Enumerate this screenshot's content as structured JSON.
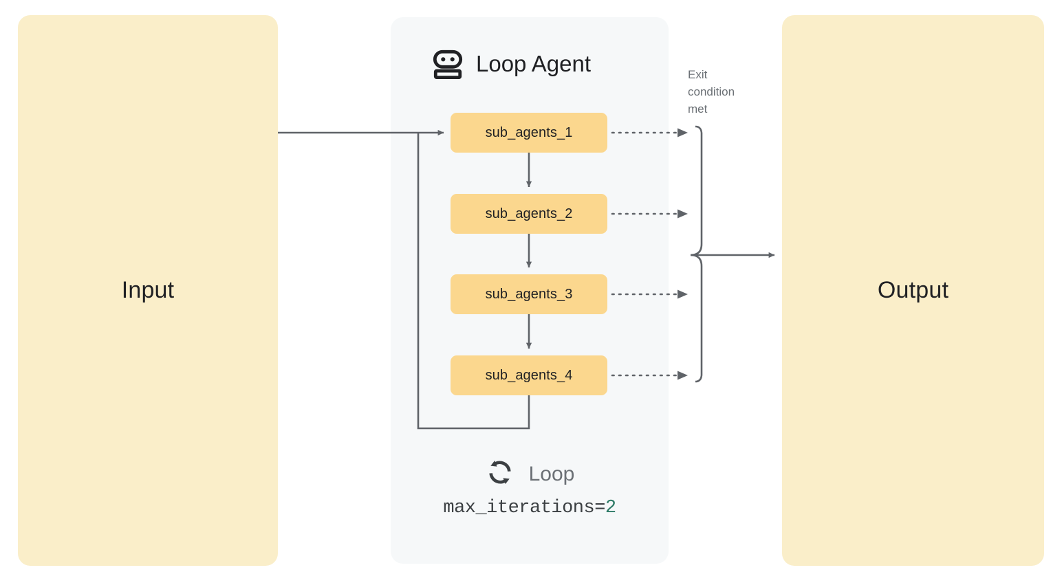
{
  "diagram": {
    "title": "Loop Agent",
    "input_panel": {
      "label": "Input"
    },
    "output_panel": {
      "label": "Output"
    },
    "agent": {
      "icon": "robot-icon",
      "name": "Loop Agent",
      "sub_agents": [
        {
          "label": "sub_agents_1"
        },
        {
          "label": "sub_agents_2"
        },
        {
          "label": "sub_agents_3"
        },
        {
          "label": "sub_agents_4"
        }
      ]
    },
    "exit_note": {
      "line1": "Exit",
      "line2": "condition",
      "line3": "met"
    },
    "loop_footer": {
      "icon": "loop-refresh-icon",
      "label": "Loop",
      "param_name": "max_iterations=",
      "param_value": "2"
    },
    "colors": {
      "panel_cream": "#faeec9",
      "agent_box": "#fbd78e",
      "loop_panel_bg": "#f6f8f9",
      "wire": "#5f6368",
      "text_dark": "#1f2023",
      "text_muted": "#6b7075",
      "number_accent": "#2d7a66"
    }
  }
}
